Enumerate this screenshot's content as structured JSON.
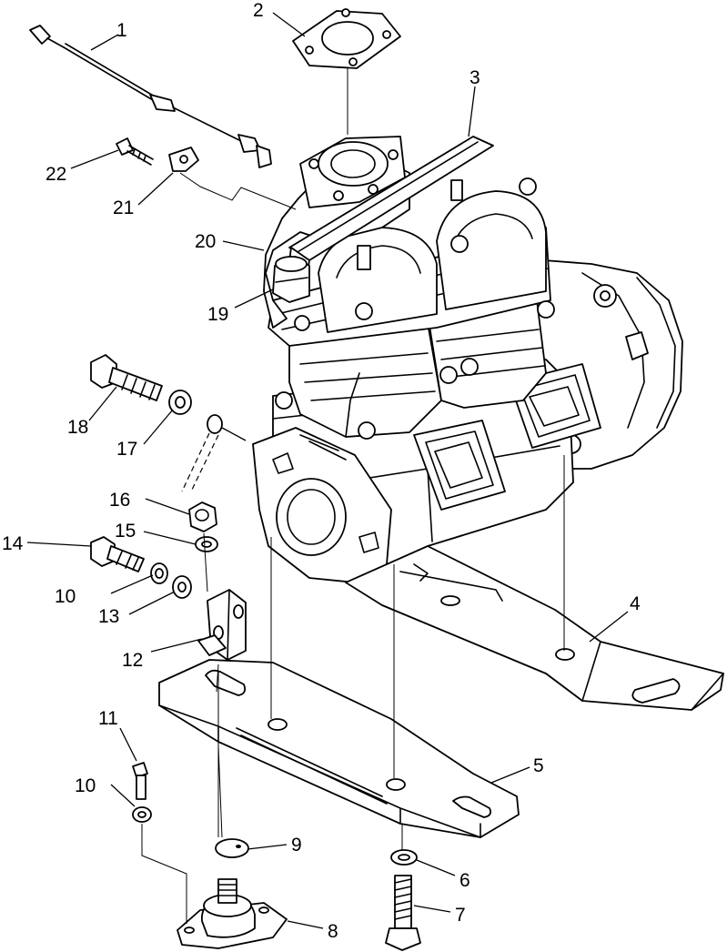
{
  "callouts": [
    {
      "id": "1",
      "label": "1"
    },
    {
      "id": "2",
      "label": "2"
    },
    {
      "id": "3",
      "label": "3"
    },
    {
      "id": "4",
      "label": "4"
    },
    {
      "id": "5",
      "label": "5"
    },
    {
      "id": "6",
      "label": "6"
    },
    {
      "id": "7",
      "label": "7"
    },
    {
      "id": "8",
      "label": "8"
    },
    {
      "id": "9",
      "label": "9"
    },
    {
      "id": "10a",
      "label": "10"
    },
    {
      "id": "10b",
      "label": "10"
    },
    {
      "id": "11",
      "label": "11"
    },
    {
      "id": "12",
      "label": "12"
    },
    {
      "id": "13",
      "label": "13"
    },
    {
      "id": "14",
      "label": "14"
    },
    {
      "id": "15",
      "label": "15"
    },
    {
      "id": "16",
      "label": "16"
    },
    {
      "id": "17",
      "label": "17"
    },
    {
      "id": "18",
      "label": "18"
    },
    {
      "id": "19",
      "label": "19"
    },
    {
      "id": "20",
      "label": "20"
    },
    {
      "id": "21",
      "label": "21"
    },
    {
      "id": "22",
      "label": "22"
    }
  ]
}
